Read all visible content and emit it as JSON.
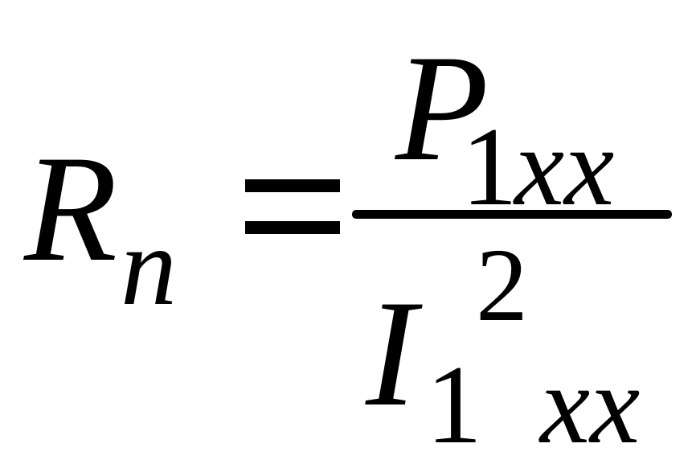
{
  "formula": {
    "lhs": {
      "variable": "R",
      "subscript": "n"
    },
    "operator": "=",
    "numerator": {
      "variable": "P",
      "subscript_digit": "1",
      "subscript_letters": "xx"
    },
    "denominator": {
      "variable": "I",
      "superscript": "2",
      "subscript_digit": "1",
      "subscript_letters": "xx"
    }
  }
}
